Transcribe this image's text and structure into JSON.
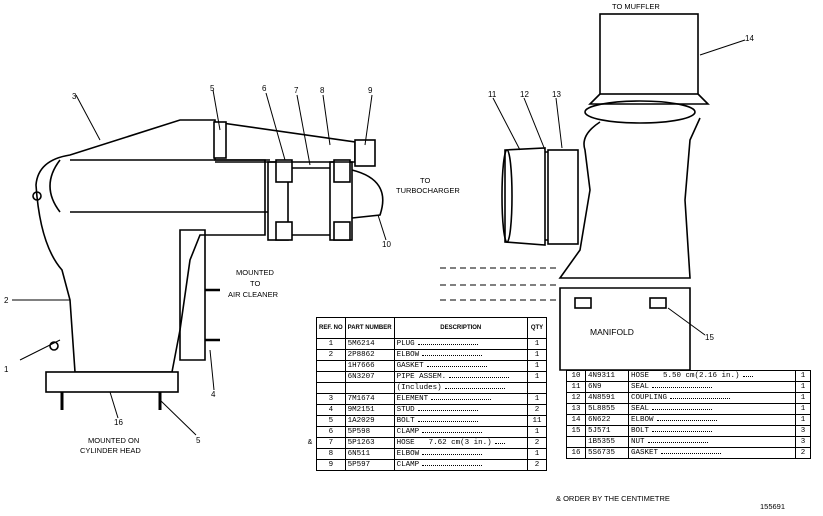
{
  "callouts": {
    "c1": "1",
    "c2": "2",
    "c3": "3",
    "c4": "4",
    "c5a": "5",
    "c5b": "5",
    "c6": "6",
    "c7": "7",
    "c8": "8",
    "c9": "9",
    "c10": "10",
    "c11": "11",
    "c12": "12",
    "c13": "13",
    "c14": "14",
    "c15": "15",
    "c16": "16"
  },
  "captions": {
    "to_muffler": "TO MUFFLER",
    "to_turbo_1": "TO",
    "to_turbo_2": "TURBOCHARGER",
    "mounted_air_1": "MOUNTED",
    "mounted_air_2": "TO",
    "mounted_air_3": "AIR CLEANER",
    "mounted_cyl_1": "MOUNTED ON",
    "mounted_cyl_2": "CYLINDER HEAD",
    "manifold": "MANIFOLD",
    "figure_no": "155691"
  },
  "table_left": {
    "headers": {
      "ref": "REF. NO",
      "part": "PART NUMBER",
      "desc": "DESCRIPTION",
      "qty": "QTY"
    },
    "rows": [
      {
        "mark": "",
        "ref": "1",
        "part": "5M6214",
        "desc": "PLUG",
        "qty": "1"
      },
      {
        "mark": "",
        "ref": "2",
        "part": "2P8862",
        "desc": "ELBOW",
        "qty": "1"
      },
      {
        "mark": "",
        "ref": "",
        "part": "1H7666",
        "desc": "GASKET",
        "qty": "1"
      },
      {
        "mark": "",
        "ref": "",
        "part": "6N3207",
        "desc": "PIPE ASSEM.",
        "qty": "1"
      },
      {
        "mark": "",
        "ref": "",
        "part": "",
        "desc": "(Includes)",
        "qty": ""
      },
      {
        "mark": "",
        "ref": "3",
        "part": "7M1674",
        "desc": "ELEMENT",
        "qty": "1"
      },
      {
        "mark": "",
        "ref": "4",
        "part": "9M2151",
        "desc": "STUD",
        "qty": "2"
      },
      {
        "mark": "",
        "ref": "5",
        "part": "1A2029",
        "desc": "BOLT",
        "qty": "11"
      },
      {
        "mark": "",
        "ref": "6",
        "part": "5P598",
        "desc": "CLAMP",
        "qty": "1"
      },
      {
        "mark": "&",
        "ref": "7",
        "part": "5P1263",
        "desc": "HOSE",
        "note": "7.62 cm(3 in.)",
        "qty": "2"
      },
      {
        "mark": "",
        "ref": "8",
        "part": "6N511",
        "desc": "ELBOW",
        "qty": "1"
      },
      {
        "mark": "",
        "ref": "9",
        "part": "5P597",
        "desc": "CLAMP",
        "qty": "2"
      }
    ]
  },
  "table_right": {
    "rows": [
      {
        "ref": "10",
        "part": "4N9311",
        "desc": "HOSE",
        "note": "5.50 cm(2.16 in.)",
        "qty": "1"
      },
      {
        "ref": "11",
        "part": "6N9",
        "desc": "SEAL",
        "qty": "1"
      },
      {
        "ref": "12",
        "part": "4N8591",
        "desc": "COUPLING",
        "qty": "1"
      },
      {
        "ref": "13",
        "part": "5L8855",
        "desc": "SEAL",
        "qty": "1"
      },
      {
        "ref": "14",
        "part": "6N622",
        "desc": "ELBOW",
        "qty": "1"
      },
      {
        "ref": "15",
        "part": "5J571",
        "desc": "BOLT",
        "qty": "3"
      },
      {
        "ref": "",
        "part": "1B5355",
        "desc": "NUT",
        "qty": "3"
      },
      {
        "ref": "16",
        "part": "5S6735",
        "desc": "GASKET",
        "qty": "2"
      }
    ]
  },
  "footnote": "& ORDER BY THE CENTIMETRE"
}
